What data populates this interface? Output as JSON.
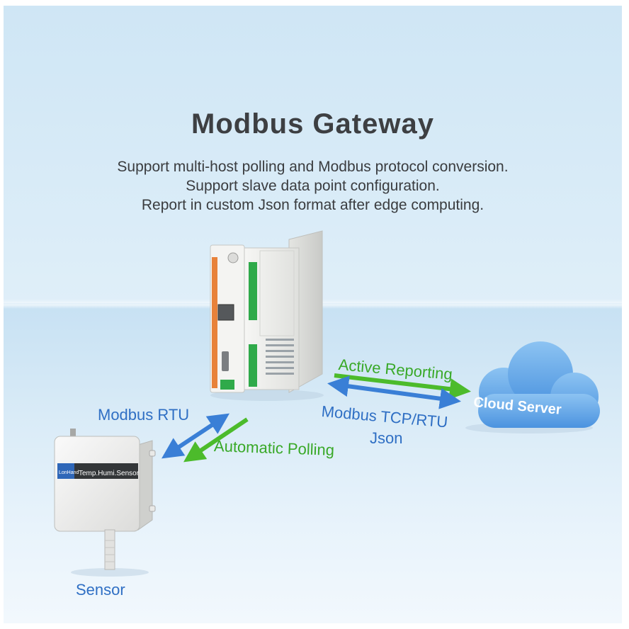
{
  "title": "Modbus Gateway",
  "description": [
    "Support multi-host polling and Modbus protocol conversion.",
    "Support slave data point configuration.",
    "Report in custom Json format after edge computing."
  ],
  "nodes": {
    "sensor": "Sensor",
    "sensor_brand": "LonHand",
    "sensor_model": "Temp.Humi.Sensor",
    "cloud": "Cloud Server"
  },
  "links": {
    "modbus_rtu": "Modbus RTU",
    "automatic_polling": "Automatic Polling",
    "active_reporting": "Active Reporting",
    "modbus_tcp_rtu": "Modbus TCP/RTU",
    "json": "Json"
  },
  "colors": {
    "blue_arrow": "#3a7fd6",
    "green_arrow": "#4cbb2b",
    "gateway_accent": "#e8823a",
    "terminal_green": "#2faa4a",
    "cloud": "#5aa2e8"
  }
}
